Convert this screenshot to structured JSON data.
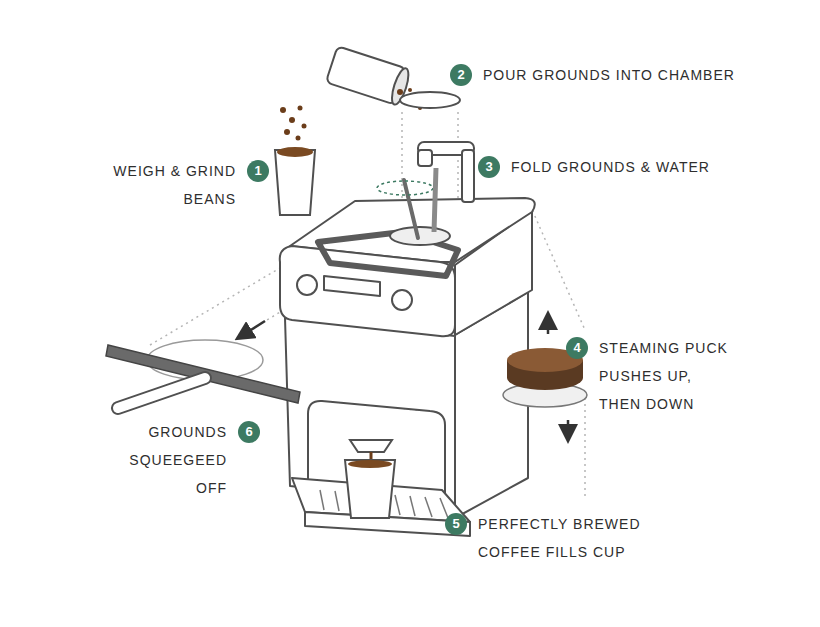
{
  "diagram": {
    "nodes": [
      {
        "text": [
          "1",
          "WEIGH & GRIND BEANS"
        ]
      },
      {
        "text": [
          "2",
          "POUR GROUNDS INTO CHAMBER"
        ]
      },
      {
        "text": [
          "3",
          "FOLD GROUNDS & WATER"
        ]
      },
      {
        "text": [
          "4",
          "STEAMING PUCK PUSHES UP, THEN DOWN"
        ]
      },
      {
        "text": [
          "5",
          "PERFECTLY BREWED COFFEE FILLS CUP"
        ]
      },
      {
        "text": [
          "6",
          "GROUNDS SQUEEGEED OFF"
        ]
      }
    ]
  }
}
